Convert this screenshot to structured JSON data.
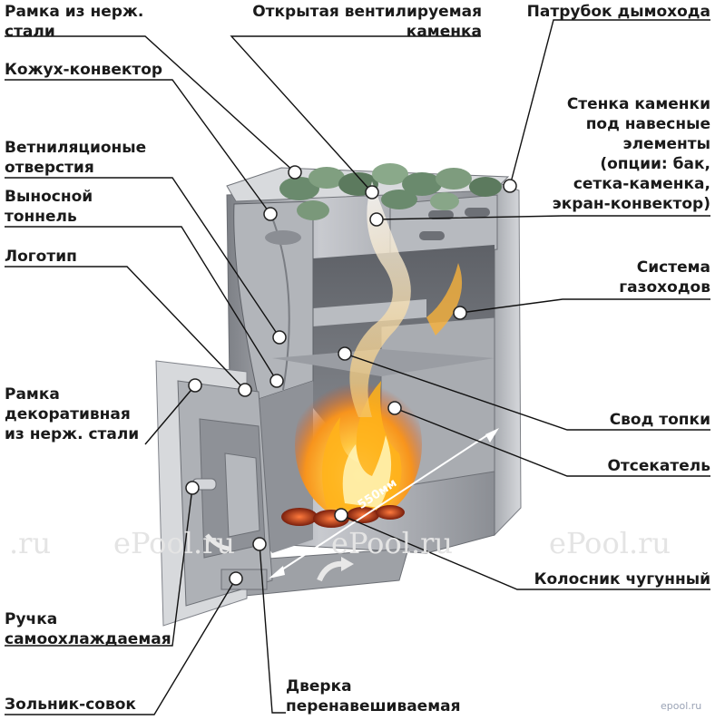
{
  "colors": {
    "leader": "#111111",
    "steel_light": "#c9cbcf",
    "steel_mid": "#9a9da3",
    "steel_dark": "#6d7076",
    "flame": "#f7941d",
    "stone": "#5c7a5e"
  },
  "labels": {
    "frame_steel": [
      "Рамка из нерж.",
      "стали"
    ],
    "open_heater": [
      "Открытая вентилируемая",
      "каменка"
    ],
    "chimney": [
      "Патрубок дымохода"
    ],
    "casing": [
      "Кожух-конвектор"
    ],
    "vents": [
      "Ветниляционые",
      "отверстия"
    ],
    "tunnel": [
      "Выносной",
      "тоннель"
    ],
    "logo": [
      "Логотип"
    ],
    "heater_wall": [
      "Стенка каменки",
      "под навесные",
      "элементы",
      "(опции: бак,",
      "сетка-каменка,",
      "экран-конвектор)"
    ],
    "gas_system": [
      "Система",
      "газоходов"
    ],
    "deco_frame": [
      "Рамка",
      "декоративная",
      "из нерж. стали"
    ],
    "firebox_vault": [
      "Свод топки"
    ],
    "deflector": [
      "Отсекатель"
    ],
    "grate": [
      "Колосник чугунный"
    ],
    "handle": [
      "Ручка",
      "самоохлаждаемая"
    ],
    "door": [
      "Дверка",
      "перенавешиваемая"
    ],
    "ash_pan": [
      "Зольник-совок"
    ]
  },
  "dimension": "550мм",
  "watermarks": [
    ".ru",
    "ePool.ru",
    "ePool.ru",
    "ePool.ru"
  ],
  "corner_mark": "epool.ru"
}
